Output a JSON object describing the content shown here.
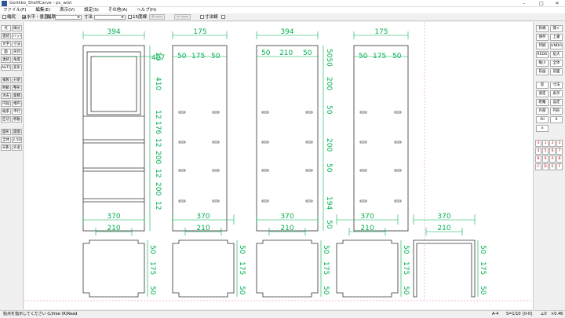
{
  "window": {
    "title": "Gorikko_ShelfCarve - pc_wist",
    "minimize": "–",
    "maximize": "□",
    "close": "✕"
  },
  "menu": [
    "ファイル(F)",
    "編集(E)",
    "表示(V)",
    "設定(S)",
    "その他(A)",
    "ヘルプ(H)"
  ],
  "toolbar": {
    "grid_label": "端尻",
    "horiz_vert_label": "水平・垂直",
    "thickness_label": "幅厚",
    "dim_label": "寸法",
    "show_label": "15度線",
    "btn1": "4 ━━━",
    "btn2": "= ━━━",
    "dimline_label": "寸法線"
  },
  "left_tools": [
    "点",
    "線分",
    "連続",
    "ハッチ",
    "文字",
    "寸法",
    "面",
    "矢印",
    "連続",
    "角度",
    "AUTO",
    "変形",
    "複製",
    "分割",
    "移動",
    "整形",
    "消去",
    "面積",
    "円弧",
    "楕円",
    "縦系",
    "平行",
    "区切",
    "移動",
    "図形",
    "図面",
    "全体",
    "2.5D",
    "日影",
    "外変"
  ],
  "right_tools": [
    "新規",
    "開く",
    "保存",
    "上書",
    "印刷",
    "UNDO",
    "REDO",
    "拡大",
    "縮小",
    "全体",
    "前画",
    "前面",
    "窓",
    "寸法",
    "測定",
    "表示",
    "距離",
    "設定",
    "外部",
    "円形",
    "All",
    "0",
    "±"
  ],
  "layers": [
    "0",
    "1",
    "2",
    "3",
    "4",
    "5",
    "6",
    "7",
    "8",
    "9",
    "A",
    "B",
    "C",
    "D",
    "E",
    "F"
  ],
  "status": {
    "message": "始点を指示してください (L)free (R)Read",
    "paper": "A-4",
    "scale": "S=1/10",
    "layer": "[0-0]",
    "angle": "∠0",
    "zoom": "×0.46"
  },
  "drawing": {
    "top_views": [
      {
        "width_label": "394",
        "right_labels": [
          "10",
          "407",
          "410",
          "12",
          "176",
          "12",
          "200",
          "12",
          "200",
          "12"
        ]
      },
      {
        "width_label": "175",
        "inner_labels": [
          "50",
          "175",
          "50"
        ]
      },
      {
        "width_label": "394",
        "inner_labels": [
          "50",
          "210",
          "50"
        ],
        "right_labels": [
          "5050",
          "200",
          "50",
          "200",
          "50",
          "194",
          "50"
        ]
      },
      {
        "width_label": "175",
        "inner_labels": [
          "50",
          "175",
          "50"
        ]
      }
    ],
    "bottom_views": [
      {
        "outer": "370",
        "inner": "210",
        "side": [
          "50",
          "175",
          "50"
        ]
      },
      {
        "outer": "370",
        "inner": "210",
        "side": [
          "50",
          "175",
          "50"
        ]
      },
      {
        "outer": "370",
        "inner": "210",
        "side": [
          "50",
          "175",
          "50"
        ]
      },
      {
        "outer": "370",
        "inner": "210",
        "side": [
          "50",
          "175",
          "50"
        ]
      },
      {
        "outer": "370",
        "inner": "210",
        "side": [
          "50",
          "175",
          "50"
        ]
      }
    ]
  }
}
